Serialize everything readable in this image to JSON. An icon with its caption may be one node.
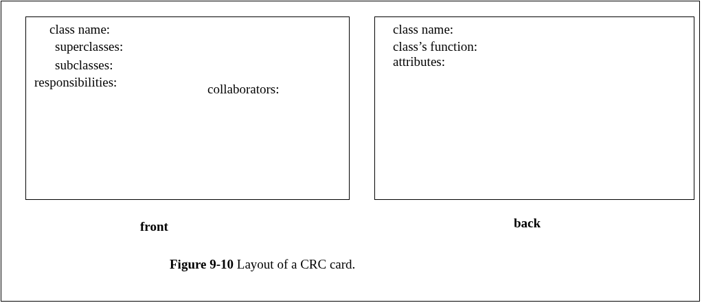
{
  "diagram": {
    "caption": "**Figure 9-10** Layout of a CRC card.",
    "nodes": [
      {
        "text": [
          "class name:",
          "superclasses:",
          "subclasses:",
          "responsibilities:",
          "collaborators:"
        ],
        "beside": [
          "front"
        ]
      },
      {
        "text": [
          "class name:",
          "class’s function:",
          "attributes:"
        ],
        "beside": [
          "back"
        ]
      }
    ]
  }
}
